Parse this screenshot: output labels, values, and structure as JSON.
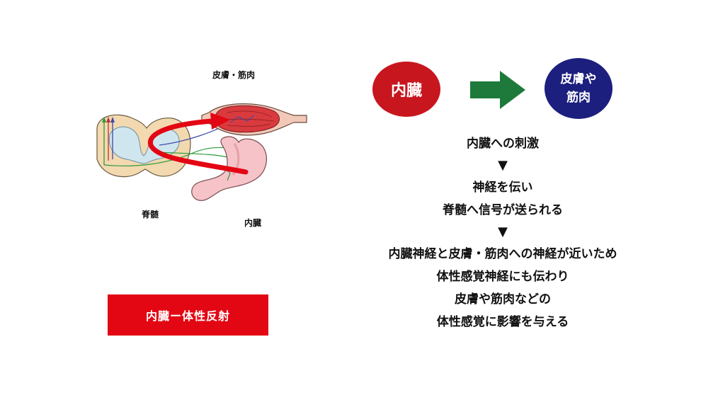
{
  "labels": {
    "skin_muscle": "皮膚・筋肉",
    "spinal_cord": "脊髄",
    "viscera": "内臓"
  },
  "banner": "内臓ー体性反射",
  "flow": {
    "from": "内臓",
    "to_line1": "皮膚や",
    "to_line2": "筋肉"
  },
  "steps": {
    "s1": "内臓への刺激",
    "arrow1": "▼",
    "s2a": "神経を伝い",
    "s2b": "脊髄へ信号が送られる",
    "arrow2": "▼",
    "s3a": "内臓神経と皮膚・筋肉への神経が近いため",
    "s3b": "体性感覚神経にも伝わり",
    "s3c": "皮膚や筋肉などの",
    "s3d": "体性感覚に影響を与える"
  },
  "colors": {
    "red": "#c8161e",
    "banner_red": "#e30613",
    "navy": "#1c1f7e",
    "green_arrow": "#1d7a3a"
  },
  "icons": [
    "spinal-cord-illustration",
    "muscle-illustration",
    "stomach-illustration",
    "reflex-arrow-icon",
    "green-right-arrow-icon"
  ]
}
